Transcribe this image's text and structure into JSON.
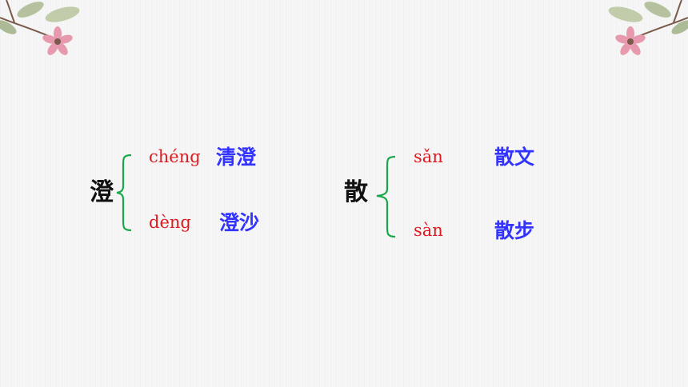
{
  "colors": {
    "pinyin": "#e0191f",
    "word": "#3333ff",
    "brace": "#18a84a",
    "character": "#111111",
    "background": "#f6f6f6"
  },
  "groups": [
    {
      "character": "澄",
      "readings": [
        {
          "pinyin": "chéng",
          "word": "清澄"
        },
        {
          "pinyin": "dèng",
          "word": "澄沙"
        }
      ]
    },
    {
      "character": "散",
      "readings": [
        {
          "pinyin": "sǎn",
          "word": "散文"
        },
        {
          "pinyin": "sàn",
          "word": "散步"
        }
      ]
    }
  ],
  "decorations": {
    "left": "flower-vine-icon",
    "right": "flower-vine-icon"
  }
}
